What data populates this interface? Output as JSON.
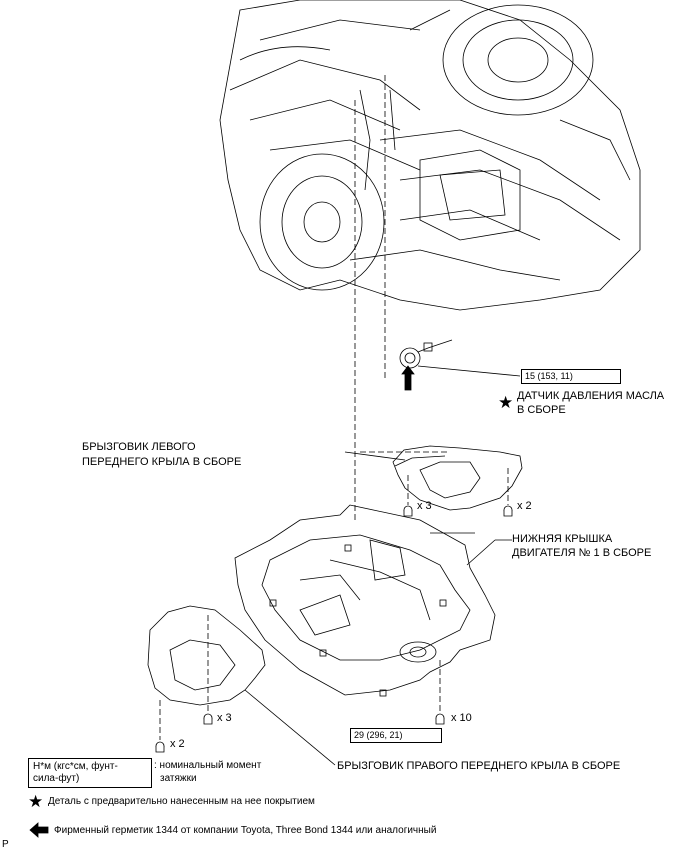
{
  "labels": {
    "oil_sensor": [
      "ДАТЧИК ДАВЛЕНИЯ МАСЛА",
      "В СБОРЕ"
    ],
    "left_splash": [
      "БРЫЗГОВИК ЛЕВОГО",
      "ПЕРЕДНЕГО КРЫЛА В СБОРЕ"
    ],
    "engine_cover": [
      "НИЖНЯЯ КРЫШКА",
      "ДВИГАТЕЛЯ № 1 В СБОРЕ"
    ],
    "right_splash": "БРЫЗГОВИК ПРАВОГО ПЕРЕДНЕГО КРЫЛА В СБОРЕ"
  },
  "torque": {
    "oil_sensor": "15 (153, 11)",
    "cover_bolts": "29 (296, 21)"
  },
  "quantities": {
    "left_x3": "x 3",
    "left_x2": "x 2",
    "right_x3": "x 3",
    "right_x2": "x 2",
    "cover_x10": "x 10"
  },
  "legend": {
    "unit_box": [
      "Н*м (кгс*см, фунт-",
      "сила-фут)"
    ],
    "unit_desc": [
      ": номинальный момент",
      "затяжки"
    ],
    "precoated": "Деталь с предварительно нанесенным на нее покрытием",
    "sealant": "Фирменный герметик 1344 от компании Toyota, Three Bond 1344 или аналогичный"
  },
  "corner_mark": "P",
  "icons": [
    "star-icon",
    "arrow-left-icon",
    "bolt-icon"
  ]
}
